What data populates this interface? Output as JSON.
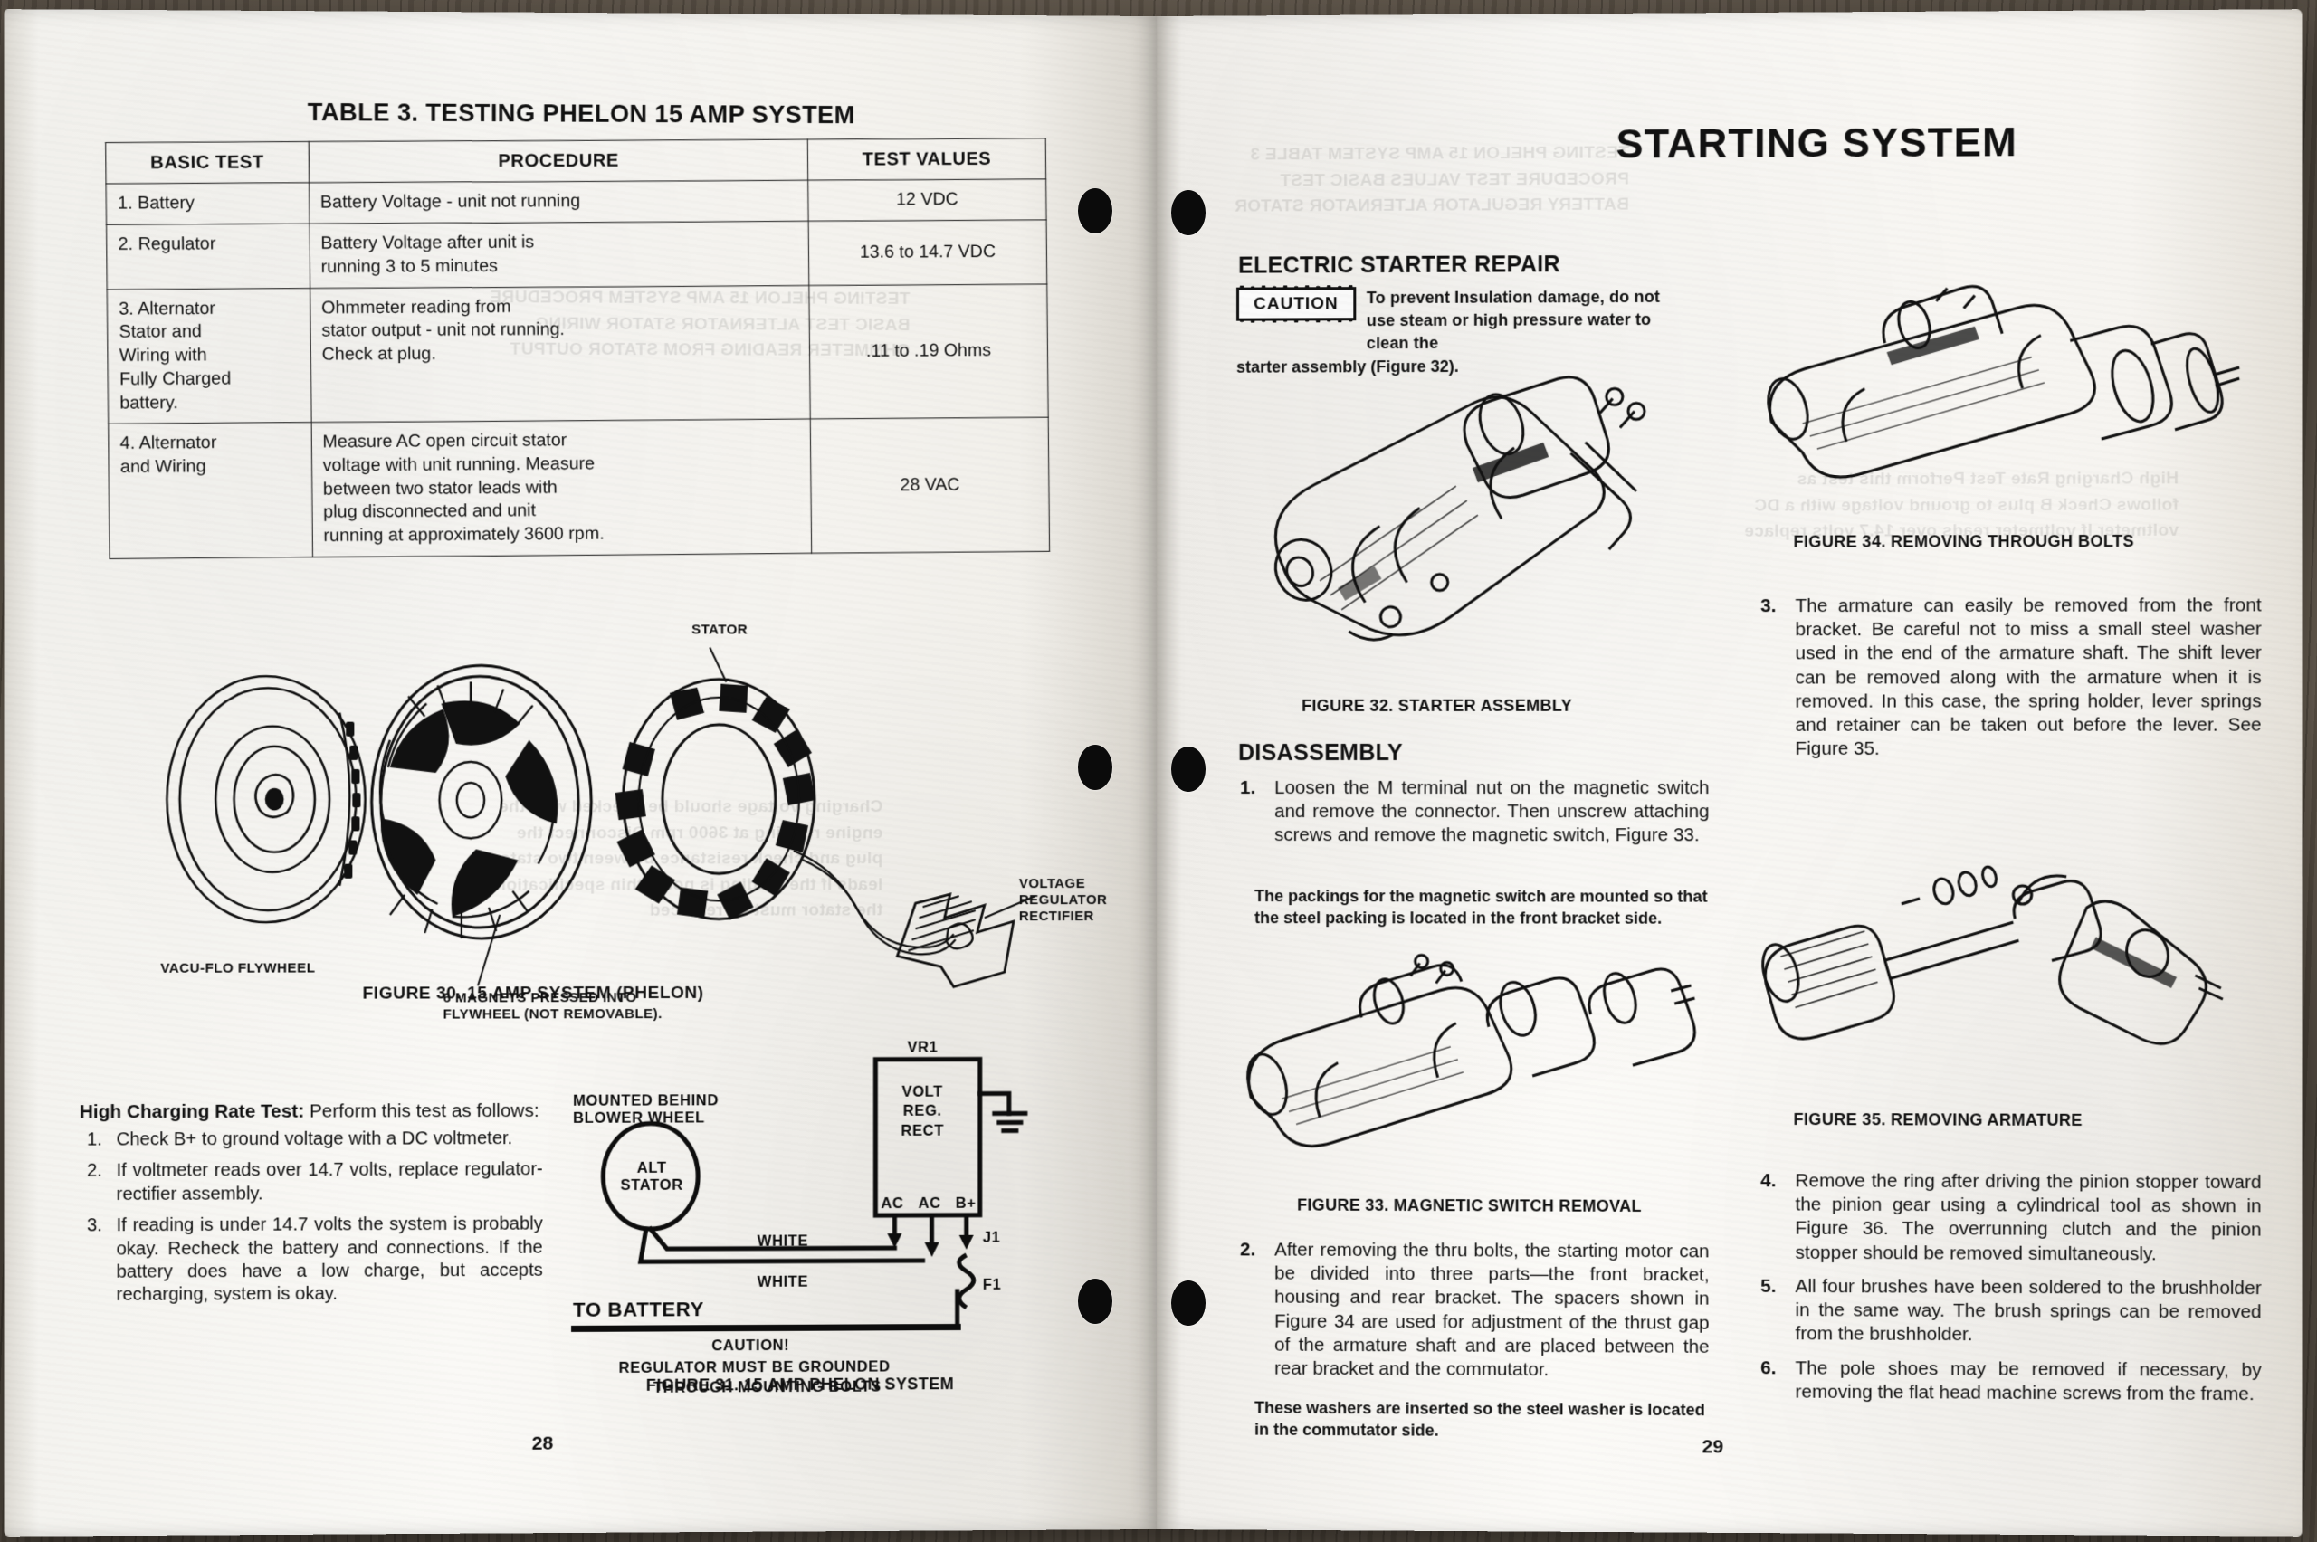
{
  "document": {
    "type": "service-manual-spread",
    "left_page_number": "28",
    "right_page_number": "29"
  },
  "left_page": {
    "table": {
      "title": "TABLE 3.   TESTING PHELON 15 AMP SYSTEM",
      "headers": [
        "BASIC TEST",
        "PROCEDURE",
        "TEST VALUES"
      ],
      "rows": [
        {
          "basic_test": "1. Battery",
          "procedure": "Battery Voltage - unit not running",
          "test_values": "12 VDC"
        },
        {
          "basic_test": "2. Regulator",
          "procedure": "Battery Voltage after unit is\nrunning 3 to 5 minutes",
          "test_values": "13.6 to 14.7 VDC"
        },
        {
          "basic_test": "3. Alternator\n    Stator and\n    Wiring with\n    Fully Charged\n    battery.",
          "procedure": "Ohmmeter reading from\nstator output - unit not running.\nCheck at plug.",
          "test_values": ".11 to .19 Ohms"
        },
        {
          "basic_test": "4. Alternator\n    and Wiring",
          "procedure": "Measure AC open circuit stator\nvoltage with unit running. Measure\nbetween two stator leads with\nplug disconnected and unit\nrunning at approximately 3600 rpm.",
          "test_values": "28 VAC"
        }
      ]
    },
    "figure_30": {
      "caption": "FIGURE 30.   15 AMP SYSTEM (PHELON)",
      "labels": {
        "flywheel": "VACU-FLO FLYWHEEL",
        "stator": "STATOR",
        "magnets": "6 MAGNETS PRESSED INTO\nFLYWHEEL (NOT REMOVABLE).",
        "regulator": "VOLTAGE\nREGULATOR\nRECTIFIER"
      }
    },
    "high_charging_rate_test": {
      "heading_bold": "High Charging Rate Test:",
      "heading_rest": " Perform this test as follows:",
      "steps": [
        {
          "n": "1.",
          "text": "Check B+ to ground voltage with a DC voltmeter."
        },
        {
          "n": "2.",
          "text": "If voltmeter reads over 14.7 volts, replace regulator-rectifier assembly."
        },
        {
          "n": "3.",
          "text": "If reading is under 14.7 volts the system is probably okay. Recheck the battery and connections. If the battery does have a low charge, but accepts recharging, system is okay."
        }
      ]
    },
    "figure_31": {
      "caption": "FIGURE 31.  15 AMP PHELON SYSTEM",
      "labels": {
        "mounted": "MOUNTED BEHIND\nBLOWER WHEEL",
        "alt_stator": "ALT\nSTATOR",
        "vr1": "VR1",
        "reg_box": "VOLT\nREG.\nRECT",
        "ac1": "AC",
        "ac2": "AC",
        "bplus": "B+",
        "j1": "J1",
        "f1": "F1",
        "white1": "WHITE",
        "white2": "WHITE",
        "to_battery": "TO BATTERY",
        "caution": "CAUTION!",
        "caution_line1": "REGULATOR MUST BE GROUNDED",
        "caution_line2": "THROUGH MOUNTING BOLTS"
      }
    }
  },
  "right_page": {
    "title": "STARTING SYSTEM",
    "electric_starter_repair": {
      "heading": "ELECTRIC STARTER REPAIR",
      "caution_label": "CAUTION",
      "caution_text": "To prevent Insulation damage, do not use steam or high pressure water to clean the",
      "caution_text_tail": "starter assembly (Figure 32)."
    },
    "disassembly": {
      "heading": "DISASSEMBLY",
      "steps": [
        {
          "n": "1.",
          "text": "Loosen the M terminal nut on the magnetic switch and remove the connector. Then unscrew attaching screws and remove the magnetic switch, Figure 33."
        },
        {
          "n": "2.",
          "text": "After removing the thru bolts, the starting motor can be divided into three parts—the front bracket, housing and rear bracket. The spacers shown in Figure 34 are used for adjustment of the thrust gap of the armature shaft and are placed between the rear bracket and the commutator."
        },
        {
          "n": "3.",
          "text": "The armature can easily be removed from the front bracket. Be careful not to miss a small steel washer used in the end of the armature shaft. The shift lever can be removed along with the armature when it is removed. In this case, the spring holder, lever springs and retainer can be taken out before the lever. See Figure 35."
        },
        {
          "n": "4.",
          "text": "Remove the ring after driving the pinion stopper toward the pinion gear using a cylindrical tool as shown in Figure 36. The overrunning clutch and the pinion stopper should be removed simultaneously."
        },
        {
          "n": "5.",
          "text": "All four brushes have been soldered to the brushholder in the same way. The brush springs can be removed from the brushholder."
        },
        {
          "n": "6.",
          "text": "The pole shoes may be removed if necessary, by removing the flat head machine screws from the frame."
        }
      ],
      "note_1": "The packings for the magnetic switch are mounted so that the steel packing is located in the front bracket side.",
      "note_2": "These washers are inserted so the steel washer is located in the commutator side."
    },
    "figures": {
      "fig32": "FIGURE 32.   STARTER ASSEMBLY",
      "fig33": "FIGURE 33.   MAGNETIC SWITCH REMOVAL",
      "fig34": "FIGURE 34.   REMOVING THROUGH BOLTS",
      "fig35": "FIGURE 35.   REMOVING ARMATURE"
    }
  },
  "colors": {
    "paper": "#f7f6f2",
    "ink": "#111111",
    "desk": "#5d5347",
    "hole": "#0b0b0b"
  }
}
